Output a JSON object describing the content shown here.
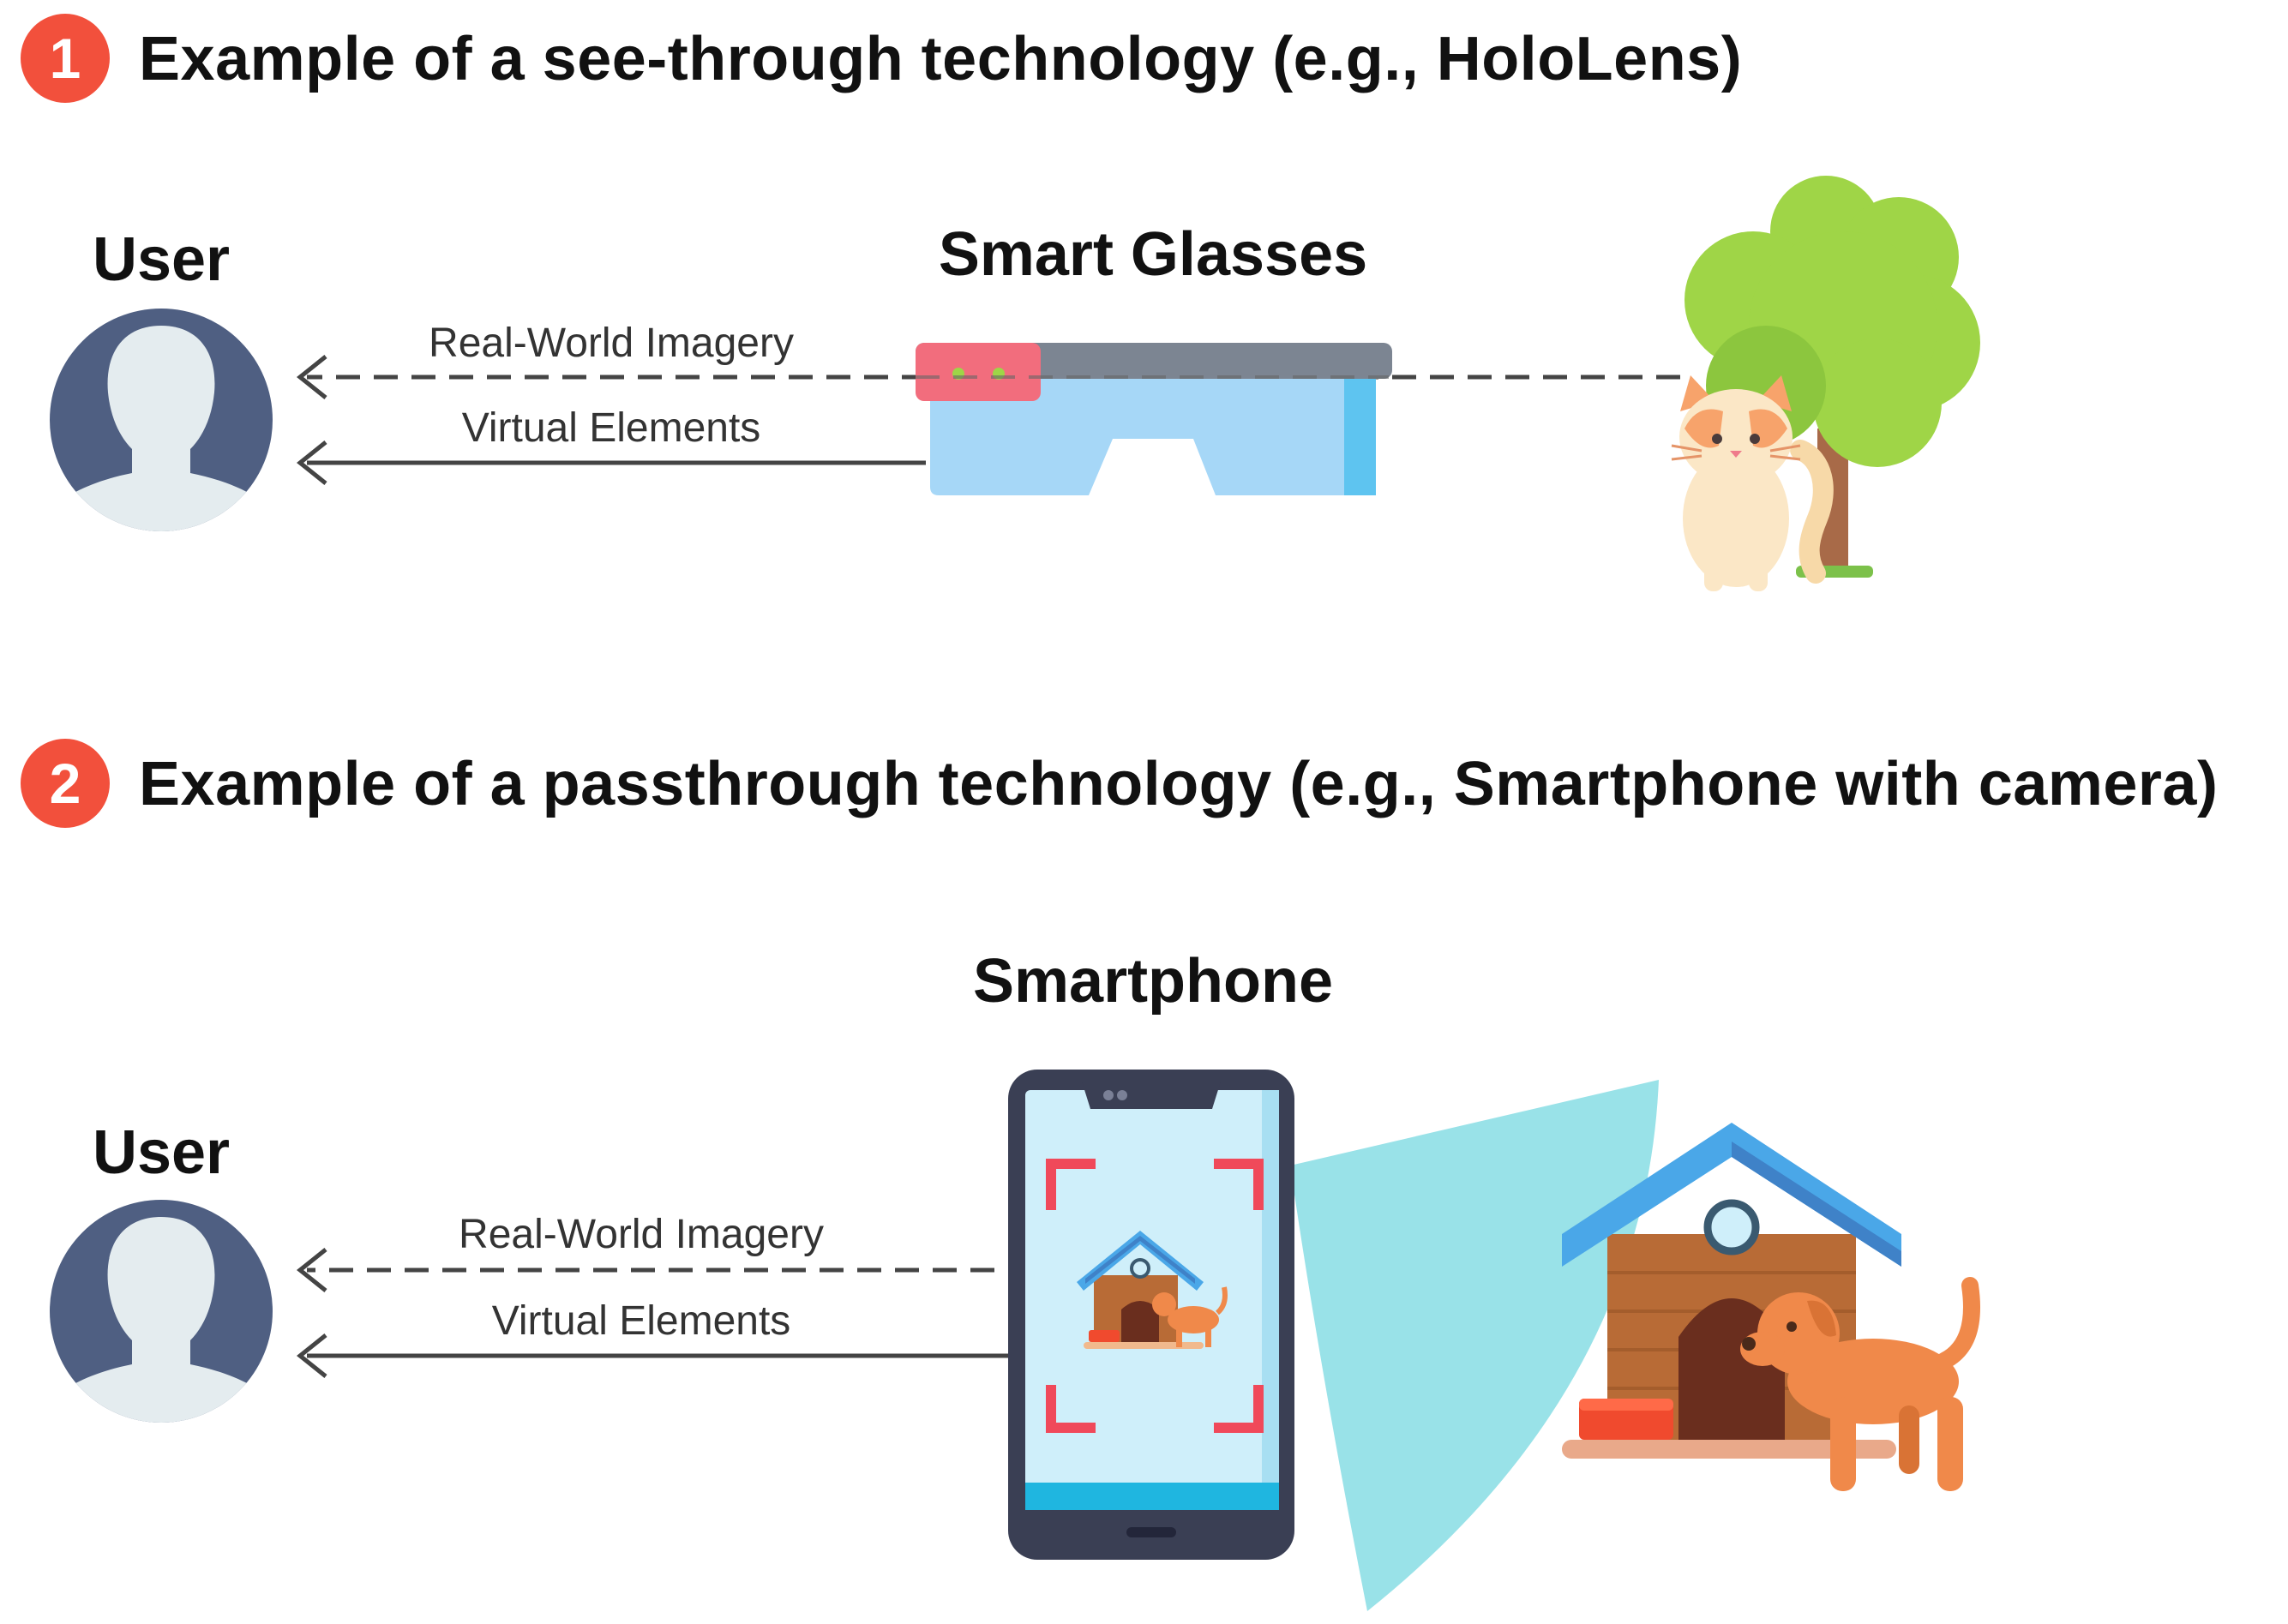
{
  "section1": {
    "number": "1",
    "title": "Example of a see-through technology (e.g., HoloLens)",
    "user_label": "User",
    "device_label": "Smart Glasses",
    "arrow_real": "Real-World Imagery",
    "arrow_virtual": "Virtual Elements"
  },
  "section2": {
    "number": "2",
    "title": "Example of a passthrough technology (e.g., Smartphone with camera)",
    "user_label": "User",
    "device_label": "Smartphone",
    "arrow_real": "Real-World Imagery",
    "arrow_virtual": "Virtual Elements"
  },
  "colors": {
    "badge": "#f2503c",
    "avatar_bg": "#4f5f82",
    "avatar_fg": "#e4ecef",
    "glasses_lens": "#a6d7f7",
    "glasses_frame": "#7c8592",
    "glasses_accent": "#f26d7d",
    "tree": "#9fd547",
    "camera_cone": "#99e2e8",
    "phone_body": "#3a3f54",
    "phone_screen": "#cfeffa",
    "doghouse_roof": "#4aa7e8",
    "doghouse_wall": "#b86b36",
    "dog": "#f0894a"
  },
  "icons": [
    "user-avatar-icon",
    "smart-glasses-icon",
    "tree-icon",
    "cat-icon",
    "smartphone-icon",
    "dog-house-icon",
    "dog-icon",
    "camera-frame-icon"
  ]
}
